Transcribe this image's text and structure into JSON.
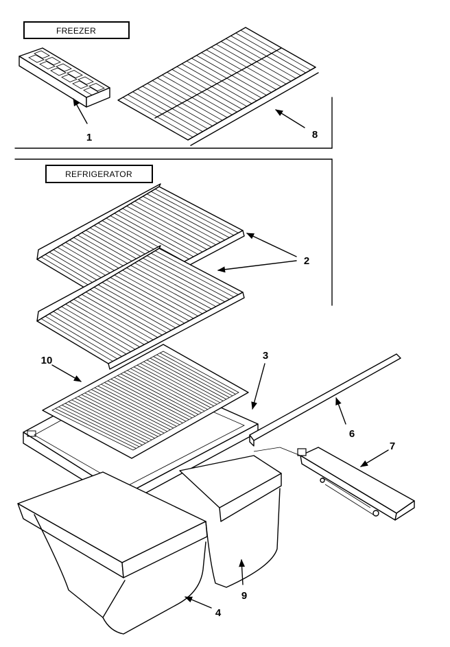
{
  "sections": {
    "freezer_label": "FREEZER",
    "refrigerator_label": "REFRIGERATOR"
  },
  "callouts": [
    {
      "id": "1",
      "text": "1"
    },
    {
      "id": "2",
      "text": "2"
    },
    {
      "id": "3",
      "text": "3"
    },
    {
      "id": "4",
      "text": "4"
    },
    {
      "id": "6",
      "text": "6"
    },
    {
      "id": "7",
      "text": "7"
    },
    {
      "id": "8",
      "text": "8"
    },
    {
      "id": "9",
      "text": "9"
    },
    {
      "id": "10",
      "text": "10"
    }
  ],
  "colors": {
    "ink": "#000000",
    "paper": "#ffffff"
  }
}
